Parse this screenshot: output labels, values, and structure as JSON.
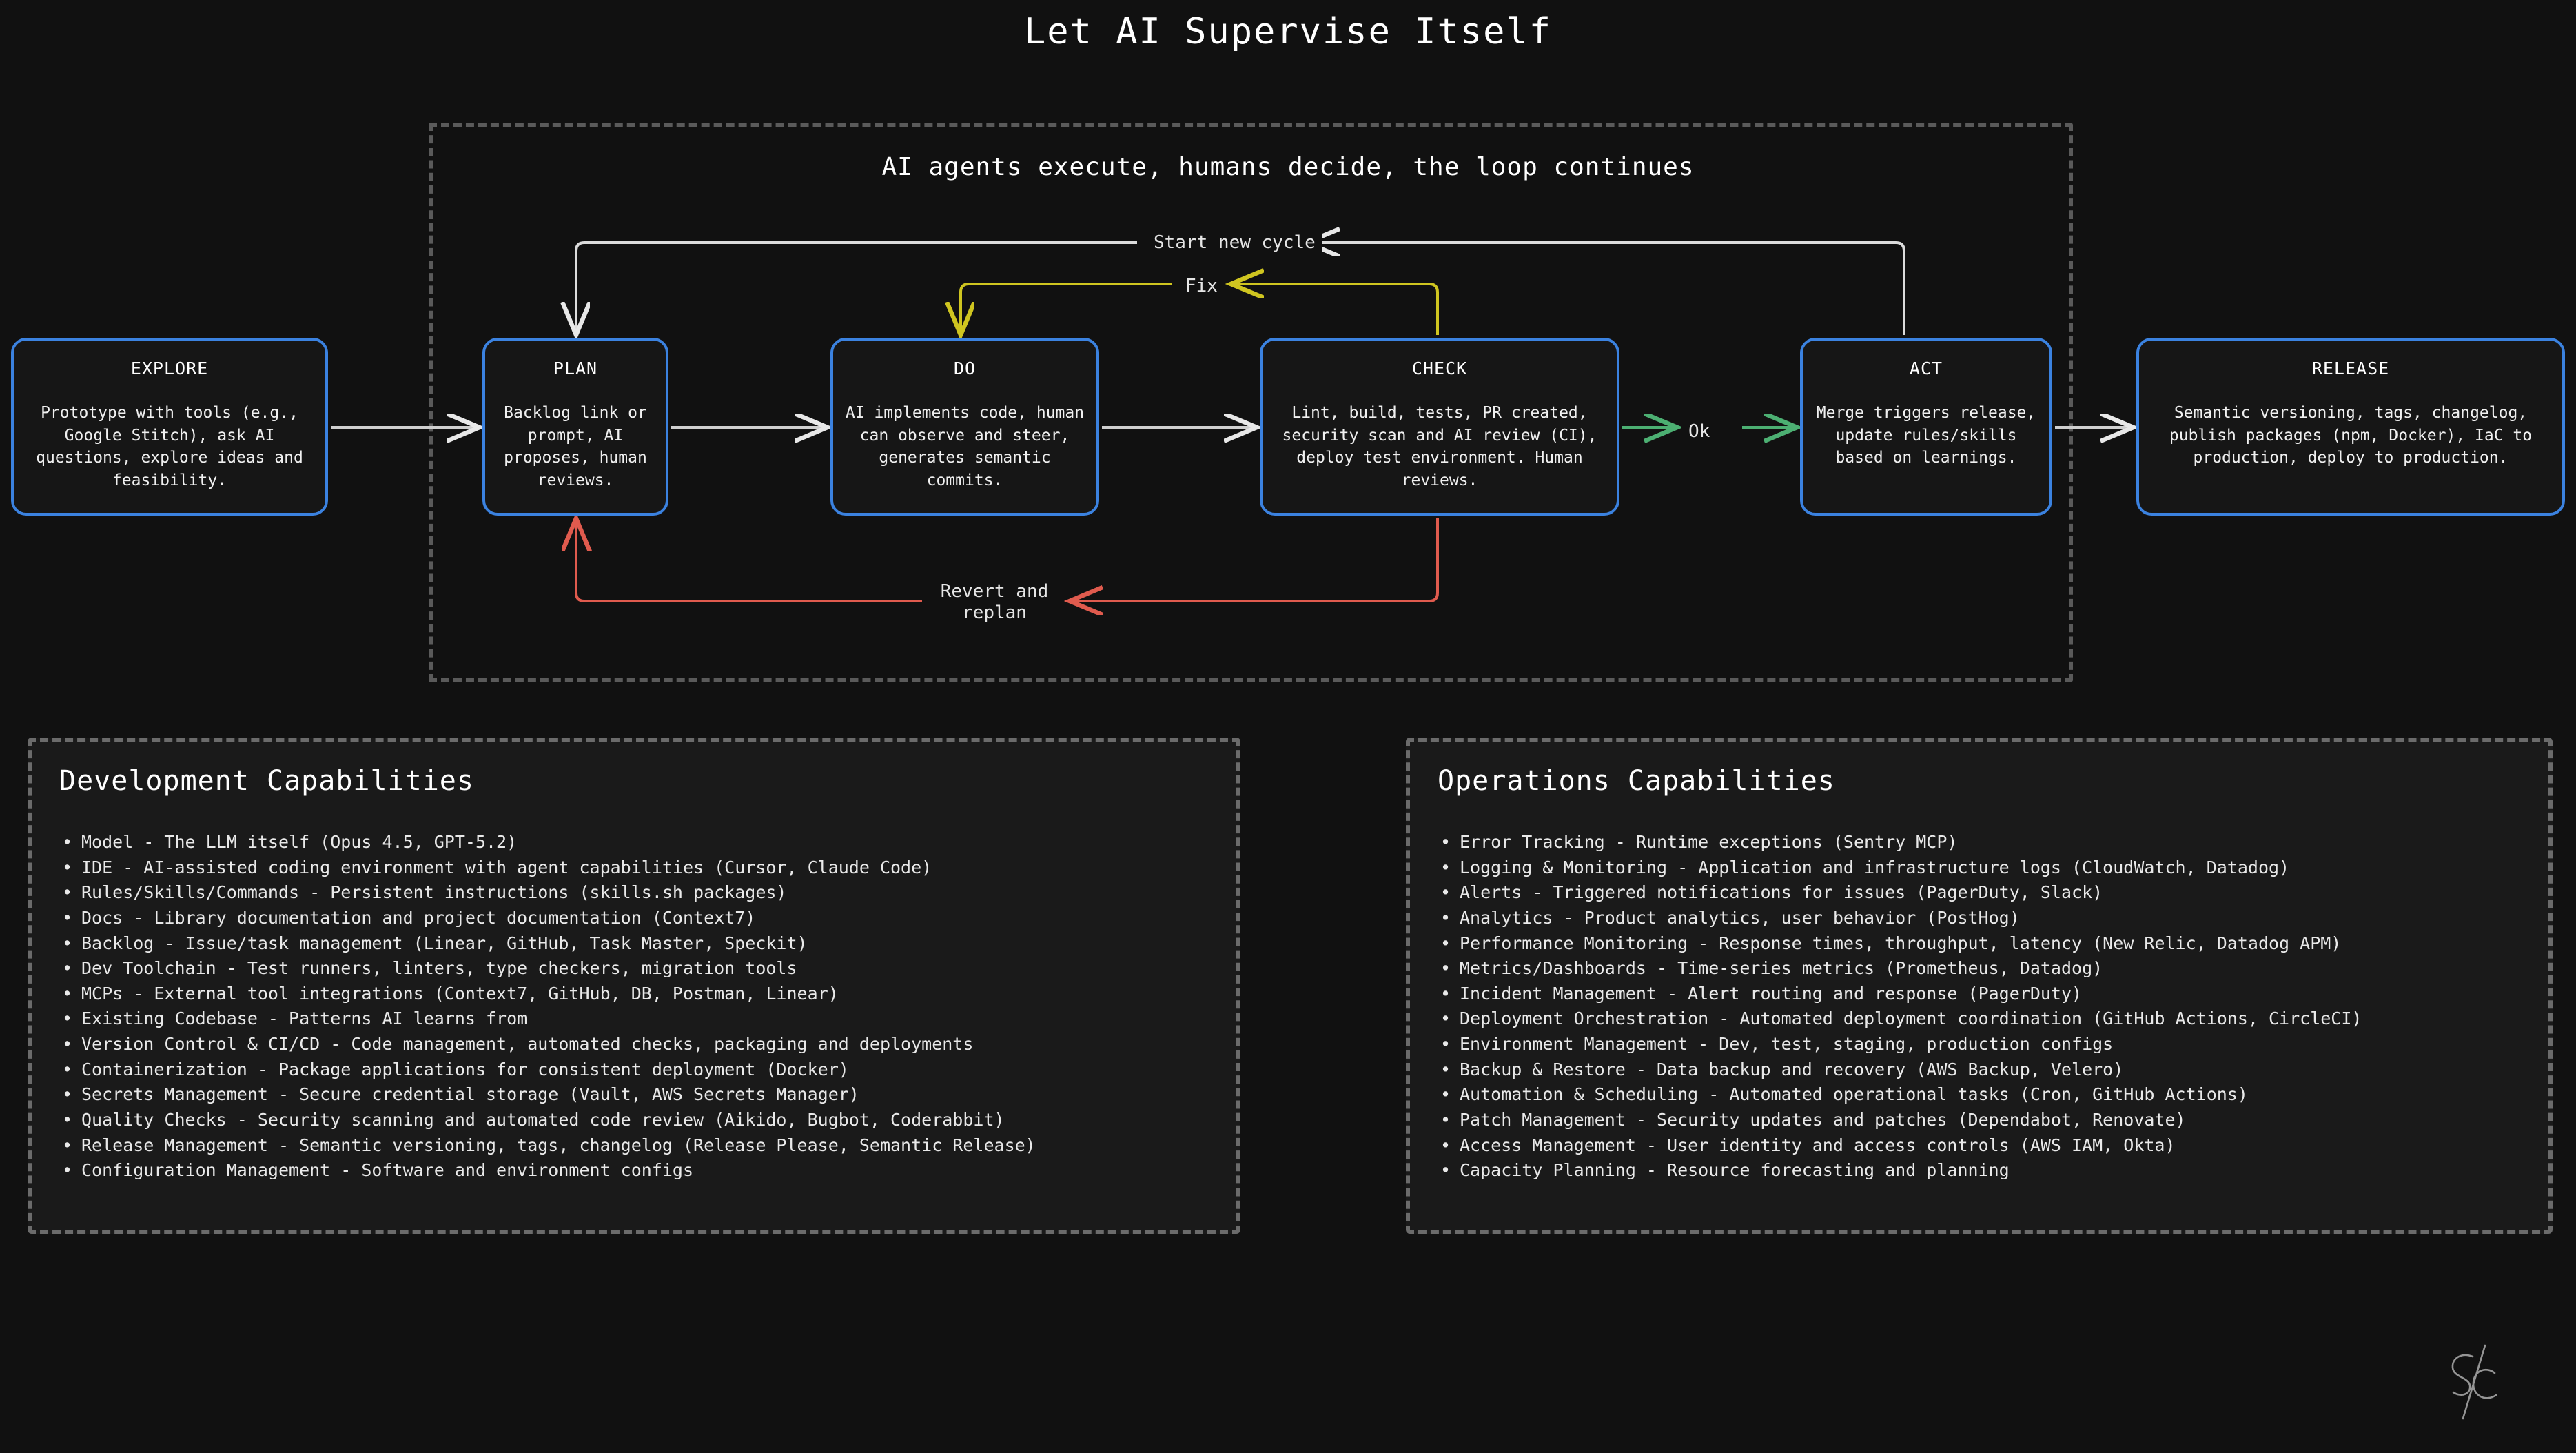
{
  "title": "Let AI Supervise Itself",
  "flow": {
    "subtitle": "AI agents execute, humans decide, the loop continues",
    "stages": [
      {
        "name": "EXPLORE",
        "desc": "Prototype with tools (e.g., Google Stitch), ask AI questions, explore ideas and feasibility."
      },
      {
        "name": "PLAN",
        "desc": "Backlog link or prompt, AI proposes, human reviews."
      },
      {
        "name": "DO",
        "desc": "AI implements code, human can observe and steer, generates semantic commits."
      },
      {
        "name": "CHECK",
        "desc": "Lint, build, tests, PR created, security scan and AI review (CI), deploy test environment. Human reviews."
      },
      {
        "name": "ACT",
        "desc": "Merge triggers release, update rules/skills based on learnings."
      },
      {
        "name": "RELEASE",
        "desc": "Semantic versioning, tags, changelog, publish packages (npm, Docker), IaC to production, deploy to production."
      }
    ],
    "edges": [
      {
        "label": "Start new cycle",
        "from": "ACT",
        "to": "PLAN",
        "color": "#e8e8e8"
      },
      {
        "label": "Fix",
        "from": "CHECK",
        "to": "DO",
        "color": "#cfc520"
      },
      {
        "label": "Ok",
        "from": "CHECK",
        "to": "ACT",
        "color": "#4caf72"
      },
      {
        "label": "Revert and\nreplan",
        "from": "CHECK",
        "to": "PLAN",
        "color": "#e05b4e"
      }
    ],
    "edge_labels": {
      "start_new_cycle": "Start new cycle",
      "fix": "Fix",
      "ok": "Ok",
      "revert_replan": "Revert and replan",
      "revert_line1": "Revert and",
      "revert_line2": "replan"
    }
  },
  "development": {
    "title": "Development Capabilities",
    "items": [
      "Model - The LLM itself (Opus 4.5, GPT-5.2)",
      "IDE - AI-assisted coding environment with agent capabilities (Cursor, Claude Code)",
      "Rules/Skills/Commands - Persistent instructions (skills.sh packages)",
      "Docs - Library documentation and project documentation (Context7)",
      "Backlog - Issue/task management (Linear, GitHub, Task Master, Speckit)",
      "Dev Toolchain - Test runners, linters, type checkers, migration tools",
      "MCPs - External tool integrations (Context7, GitHub, DB, Postman, Linear)",
      "Existing Codebase - Patterns AI learns from",
      "Version Control & CI/CD - Code management, automated checks, packaging and deployments",
      "Containerization - Package applications for consistent deployment (Docker)",
      "Secrets Management - Secure credential storage (Vault, AWS Secrets Manager)",
      "Quality Checks - Security scanning and automated code review (Aikido, Bugbot, Coderabbit)",
      "Release Management - Semantic versioning, tags, changelog (Release Please, Semantic Release)",
      "Configuration Management - Software and environment configs"
    ]
  },
  "operations": {
    "title": "Operations Capabilities",
    "items": [
      "Error Tracking - Runtime exceptions (Sentry MCP)",
      "Logging & Monitoring - Application and infrastructure logs (CloudWatch, Datadog)",
      "Alerts - Triggered notifications for issues (PagerDuty, Slack)",
      "Analytics - Product analytics, user behavior (PostHog)",
      "Performance Monitoring - Response times, throughput, latency (New Relic, Datadog APM)",
      "Metrics/Dashboards - Time-series metrics (Prometheus, Datadog)",
      "Incident Management - Alert routing and response (PagerDuty)",
      "Deployment Orchestration - Automated deployment coordination (GitHub Actions, CircleCI)",
      "Environment Management - Dev, test, staging, production configs",
      "Backup & Restore - Data backup and recovery (AWS Backup, Velero)",
      "Automation & Scheduling - Automated operational tasks (Cron, GitHub Actions)",
      "Patch Management - Security updates and patches (Dependabot, Renovate)",
      "Access Management - User identity and access controls (AWS IAM, Okta)",
      "Capacity Planning - Resource forecasting and planning"
    ]
  },
  "signature": {
    "monogram": "SC"
  },
  "colors": {
    "background": "#111111",
    "stage_border": "#3b82e0",
    "panel_border": "#6b6b6b",
    "frame_border": "#5a5a5a",
    "edge_default": "#e8e8e8",
    "edge_fix": "#cfc520",
    "edge_ok": "#4caf72",
    "edge_revert": "#e05b4e",
    "text": "#e8e8e8"
  }
}
